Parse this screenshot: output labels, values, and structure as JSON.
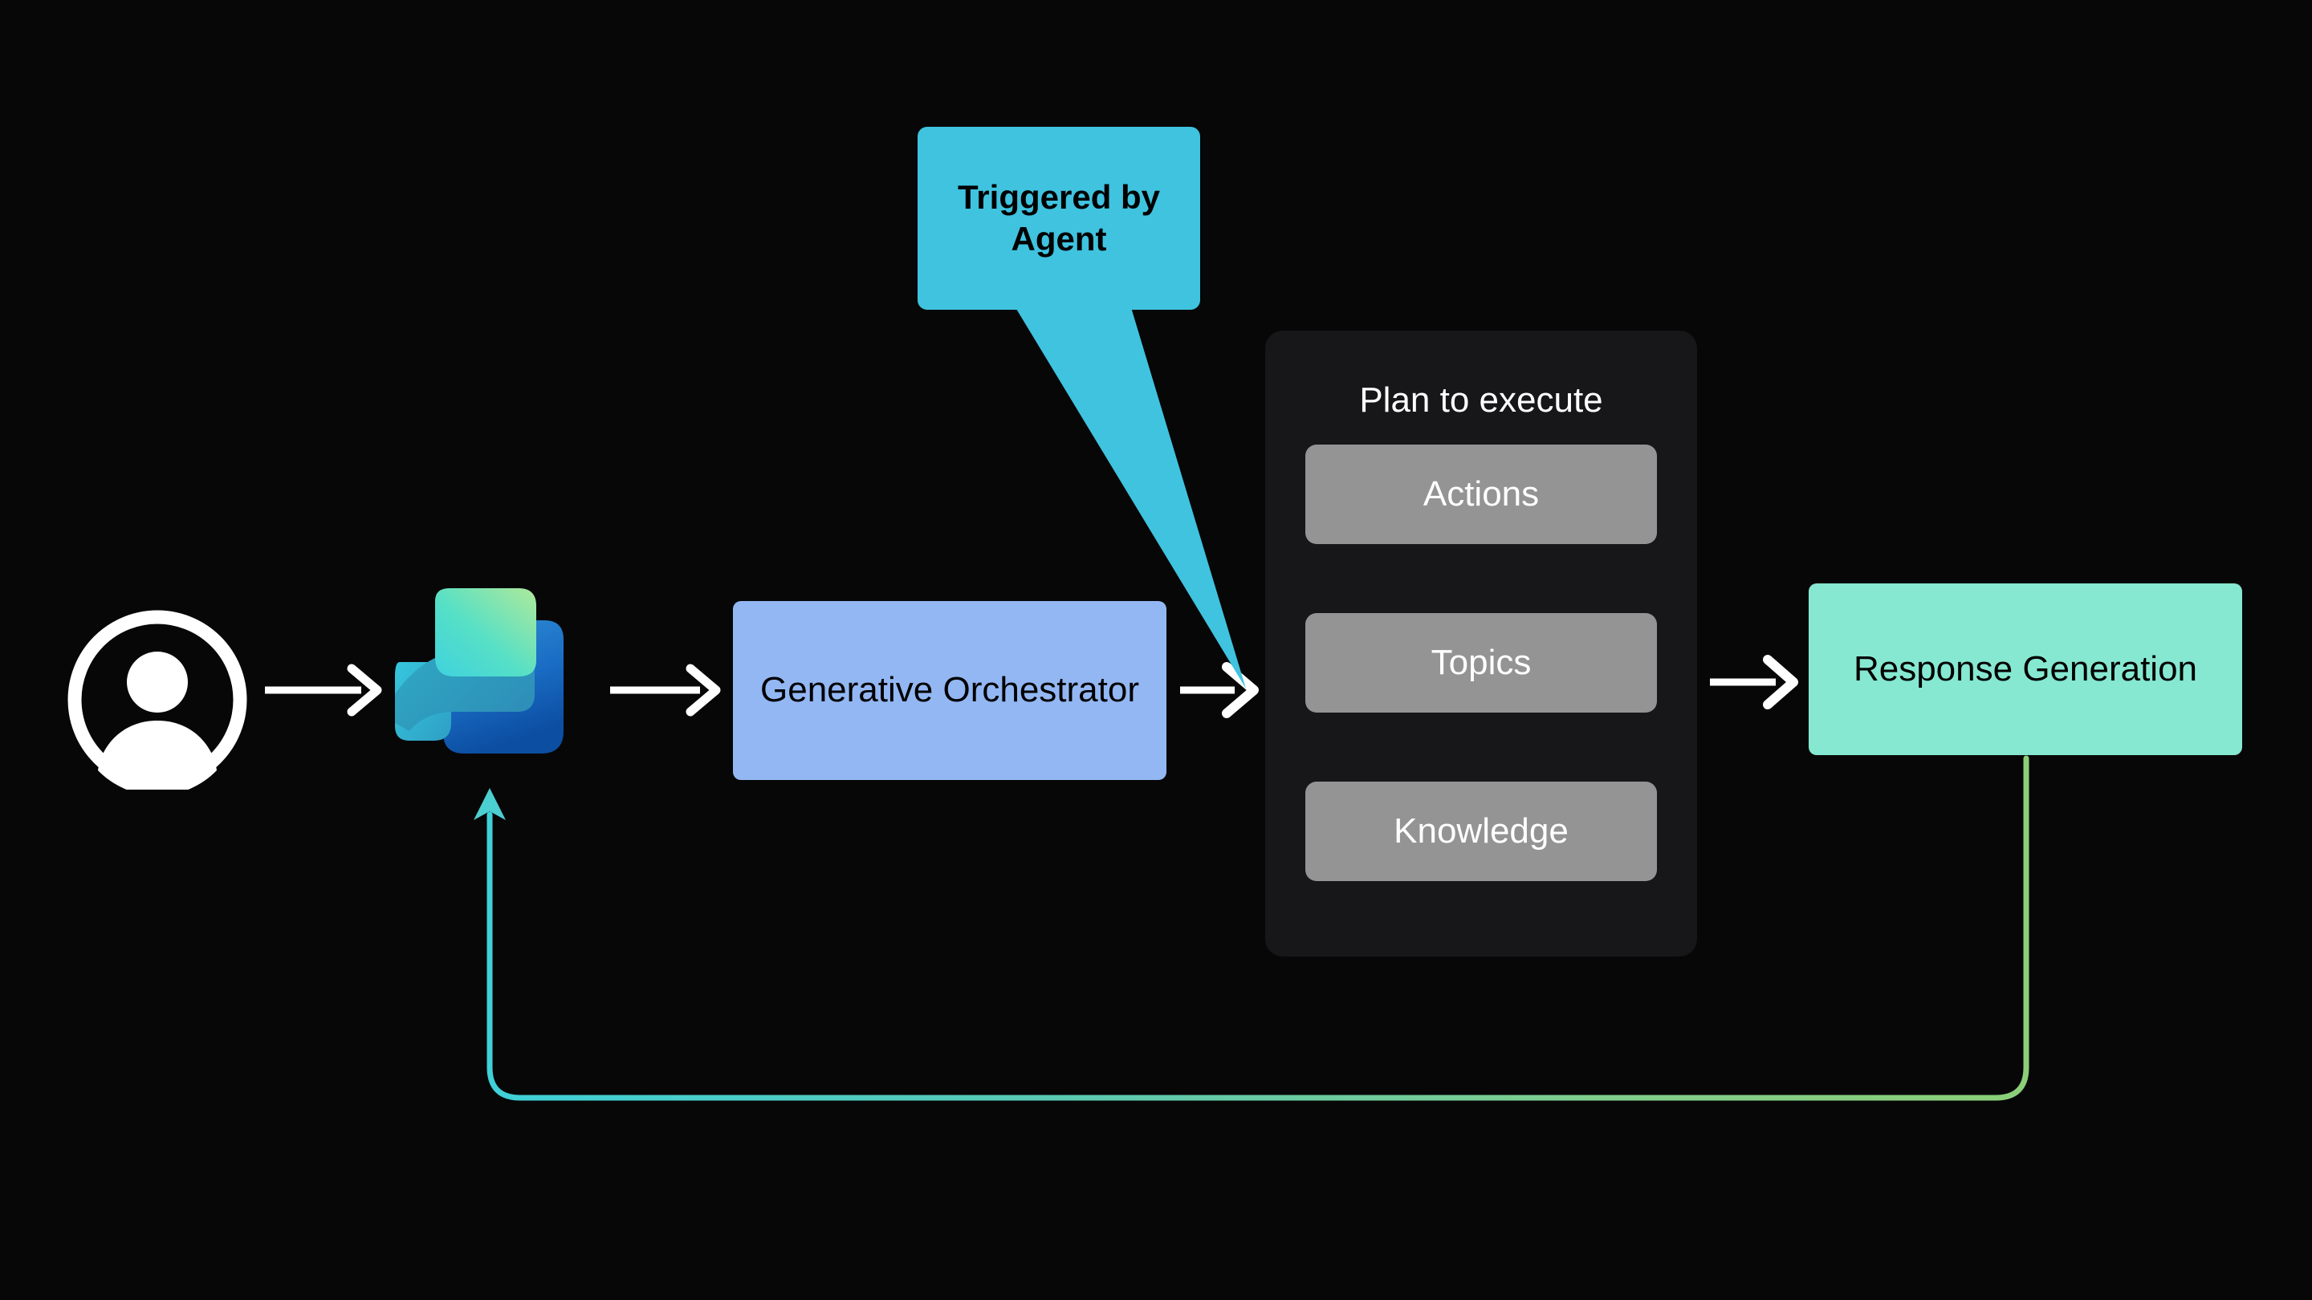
{
  "canvas": {
    "background_color": "#070708"
  },
  "actors": {
    "user": {
      "icon": "user-avatar-icon",
      "color": "#ffffff"
    },
    "copilot": {
      "icon": "microsoft-copilot-logo",
      "colors": {
        "light_green": "#A6E9A0",
        "cyan": "#3FD6D6",
        "teal": "#2BA8C8",
        "blue": "#1B6FC2",
        "dark_blue": "#0D4C9E"
      }
    }
  },
  "nodes": {
    "orchestrator": {
      "label": "Generative Orchestrator",
      "color": "#93B7F3",
      "text_color": "#000000"
    },
    "response": {
      "label": "Response Generation",
      "color": "#86E8D1",
      "text_color": "#000000"
    }
  },
  "plan_panel": {
    "title": "Plan to execute",
    "panel_color": "#17171a",
    "card_color": "#949494",
    "card_text_color": "#ffffff",
    "cards": [
      {
        "label": "Actions"
      },
      {
        "label": "Topics"
      },
      {
        "label": "Knowledge"
      }
    ]
  },
  "callout": {
    "line1": "Triggered by",
    "line2": "Agent",
    "color": "#3FC3DF",
    "text_color": "#000000",
    "points_to": "plan-panel-entry-arrow"
  },
  "arrows": {
    "color": "#ffffff",
    "flow": [
      {
        "from": "user",
        "to": "copilot"
      },
      {
        "from": "copilot",
        "to": "orchestrator"
      },
      {
        "from": "orchestrator",
        "to": "plan_panel"
      },
      {
        "from": "plan_panel",
        "to": "response"
      }
    ]
  },
  "feedback_loop": {
    "from": "response",
    "to": "copilot",
    "gradient_start_color": "#3FD0D8",
    "gradient_end_color": "#8BCF78"
  }
}
